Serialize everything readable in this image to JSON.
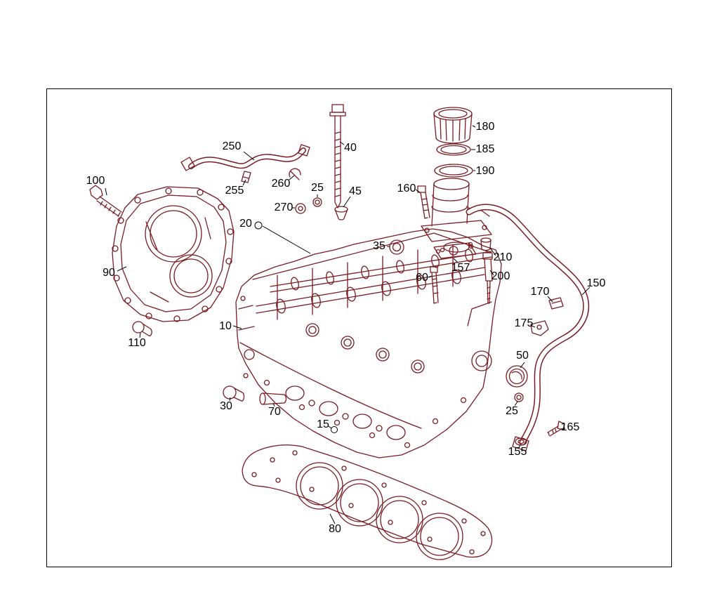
{
  "diagram": {
    "background": "#ffffff",
    "artwork_color": "#7a1c22",
    "label_color": "#000000"
  },
  "labels": [
    {
      "text": "250"
    },
    {
      "text": "100"
    },
    {
      "text": "255"
    },
    {
      "text": "260"
    },
    {
      "text": "25"
    },
    {
      "text": "40"
    },
    {
      "text": "45"
    },
    {
      "text": "270"
    },
    {
      "text": "160"
    },
    {
      "text": "180"
    },
    {
      "text": "185"
    },
    {
      "text": "190"
    },
    {
      "text": "20"
    },
    {
      "text": "35"
    },
    {
      "text": "157"
    },
    {
      "text": "60"
    },
    {
      "text": "210"
    },
    {
      "text": "200"
    },
    {
      "text": "90"
    },
    {
      "text": "110"
    },
    {
      "text": "10"
    },
    {
      "text": "170"
    },
    {
      "text": "150"
    },
    {
      "text": "175"
    },
    {
      "text": "50"
    },
    {
      "text": "30"
    },
    {
      "text": "70"
    },
    {
      "text": "25"
    },
    {
      "text": "15"
    },
    {
      "text": "165"
    },
    {
      "text": "155"
    },
    {
      "text": "80"
    }
  ]
}
